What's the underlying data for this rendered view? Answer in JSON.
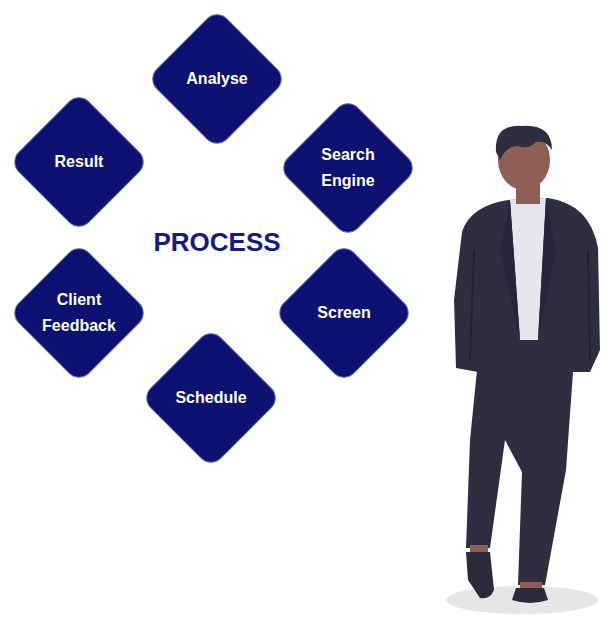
{
  "diagram": {
    "title": "PROCESS",
    "nodes": [
      {
        "text": [
          "Analyse"
        ]
      },
      {
        "text": [
          "Search Engine"
        ]
      },
      {
        "text": [
          "Screen"
        ]
      },
      {
        "text": [
          "Schedule"
        ]
      },
      {
        "text": [
          "Client Feedback"
        ]
      },
      {
        "text": [
          "Result"
        ]
      }
    ]
  }
}
